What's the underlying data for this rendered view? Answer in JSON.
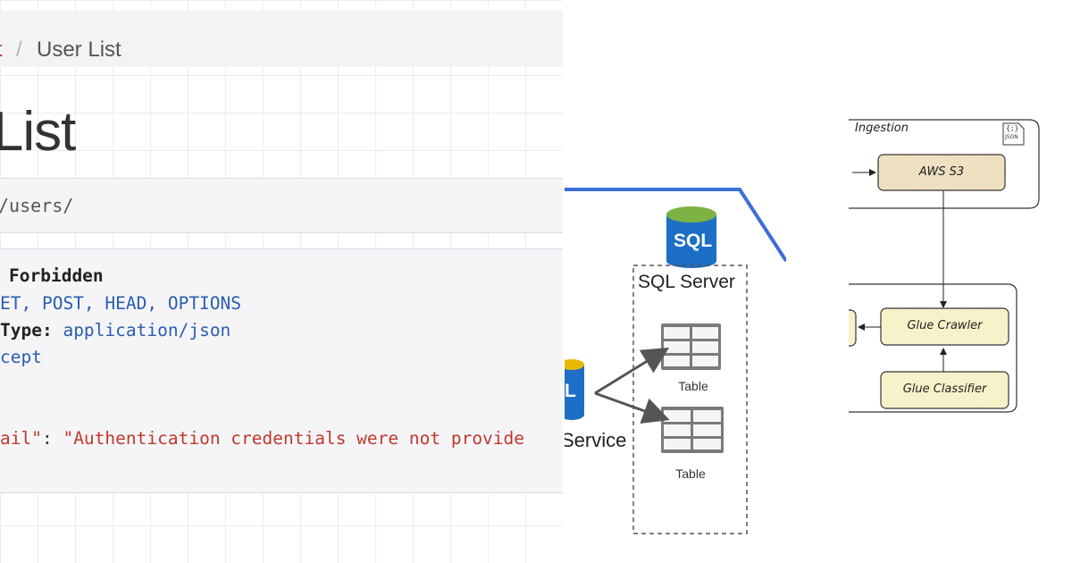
{
  "api": {
    "breadcrumb_prev": "t",
    "breadcrumb_sep": "/",
    "breadcrumb_current": "User List",
    "page_title": "r List",
    "url": "/users/",
    "response": {
      "status_key": "Forbidden",
      "allow_value": "ET, POST, HEAD, OPTIONS",
      "content_type_key": "Type:",
      "content_type_value": "application/json",
      "vary_value": "cept",
      "detail_key": "ail\"",
      "detail_colon": ": ",
      "detail_value": "\"Authentication credentials were not provide"
    }
  },
  "sql_diagram": {
    "sql_server_label": "SQL Server",
    "sql_icon_text": "SQL",
    "sql_icon_text_partial": "L",
    "table_labels": [
      "Table",
      "Table"
    ],
    "service_label": "Service"
  },
  "aws_diagram": {
    "group_label": "Ingestion",
    "json_icon_text": "JSON",
    "json_icon_brace": "{;}",
    "s3_label": "AWS S3",
    "crawler_label": "Glue Crawler",
    "classifier_label": "Glue Classifier"
  },
  "colors": {
    "link_red": "#c0392b",
    "code_blue": "#2a5db0",
    "diagram_line_blue": "#3b6fd8",
    "sql_icon_blue": "#1c6fc4",
    "sql_icon_green": "#7cb342",
    "node_yellow": "#fbf5cf",
    "node_tan": "#f3e6c9"
  }
}
